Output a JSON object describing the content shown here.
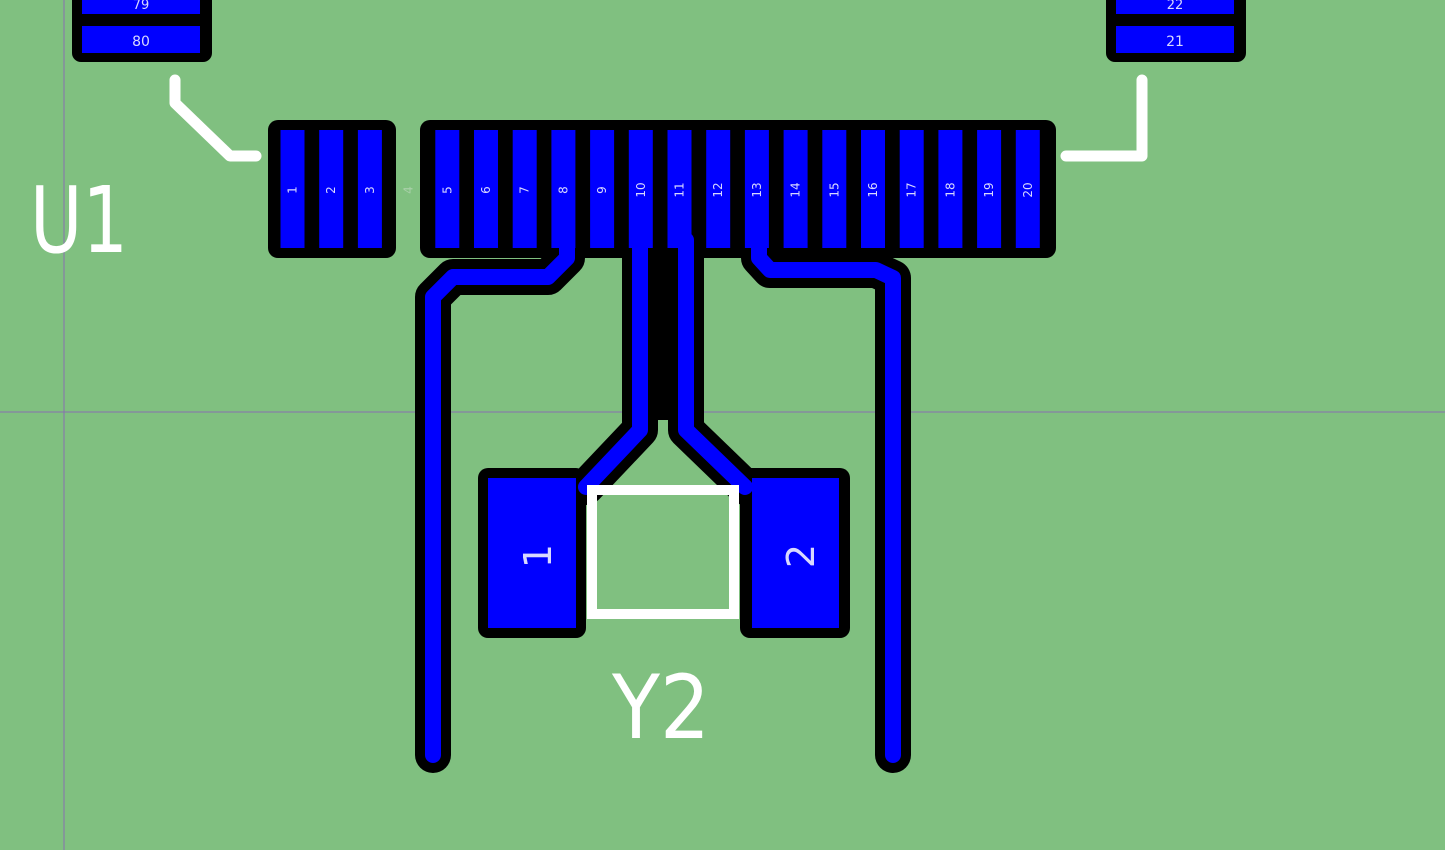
{
  "colors": {
    "board": "#80c080",
    "copper": "#0000ff",
    "mask": "#000000",
    "silkscreen": "#ffffff",
    "pad_label": "#d8d8ff",
    "crosshair": "#8870b0"
  },
  "components": {
    "u1": {
      "designator": "U1",
      "bottom_pins": [
        "1",
        "2",
        "3",
        "4",
        "5",
        "6",
        "7",
        "8",
        "9",
        "10",
        "11",
        "12",
        "13",
        "14",
        "15",
        "16",
        "17",
        "18",
        "19",
        "20"
      ],
      "left_pins": [
        "79",
        "80"
      ],
      "right_pins": [
        "22",
        "21"
      ]
    },
    "y2": {
      "designator": "Y2",
      "pads": [
        "1",
        "2"
      ]
    }
  }
}
